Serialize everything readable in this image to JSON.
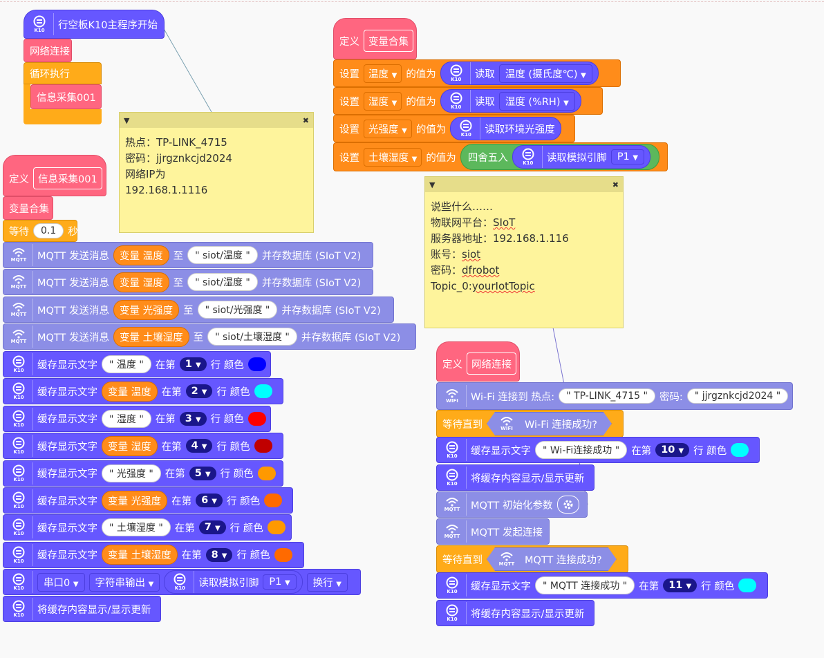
{
  "colors": {
    "k10": "#6657ff",
    "mqtt": "#8c8ee6",
    "function_pink": "#ff6680",
    "control_orange": "#ffab19",
    "variable_orange": "#ff8c1a",
    "operator_green": "#5cb85c",
    "note_yellow": "#fef49c"
  },
  "icon_labels": {
    "k10": "K10",
    "mqtt": "MQTT",
    "wifi": "WIFI"
  },
  "main_program": {
    "start": "行空板K10主程序开始",
    "net_connect": "网络连接",
    "loop": "循环执行",
    "info_call": "信息采集001"
  },
  "note1": {
    "text": "热点：TP-LINK_4715\n密码：jjrgznkcjd2024\n网络IP为\n192.168.1.1116"
  },
  "info_func": {
    "define": "定义",
    "name": "信息采集001",
    "var_call": "变量合集",
    "wait": "等待",
    "wait_value": "0.1",
    "wait_unit": "秒",
    "mqtt_rows": [
      {
        "label": "MQTT 发送消息",
        "var_prefix": "变量",
        "var": "温度",
        "to": "至",
        "topic": "\" siot/温度 \"",
        "suffix": "并存数据库 (SIoT V2)"
      },
      {
        "label": "MQTT 发送消息",
        "var_prefix": "变量",
        "var": "湿度",
        "to": "至",
        "topic": "\" siot/湿度 \"",
        "suffix": "并存数据库 (SIoT V2)"
      },
      {
        "label": "MQTT 发送消息",
        "var_prefix": "变量",
        "var": "光强度",
        "to": "至",
        "topic": "\" siot/光强度 \"",
        "suffix": "并存数据库 (SIoT V2)"
      },
      {
        "label": "MQTT 发送消息",
        "var_prefix": "变量",
        "var": "土壤湿度",
        "to": "至",
        "topic": "\" siot/土壤湿度 \"",
        "suffix": "并存数据库 (SIoT V2)"
      }
    ],
    "display_rows": [
      {
        "label": "缓存显示文字",
        "text": "\" 温度 \"",
        "kind": "text",
        "at": "在第",
        "line": "1",
        "row": "行 颜色",
        "color": "#0000ff"
      },
      {
        "label": "缓存显示文字",
        "text": "变量 温度",
        "kind": "var",
        "at": "在第",
        "line": "2",
        "row": "行 颜色",
        "color": "#00ffff"
      },
      {
        "label": "缓存显示文字",
        "text": "\" 湿度 \"",
        "kind": "text",
        "at": "在第",
        "line": "3",
        "row": "行 颜色",
        "color": "#ff0000"
      },
      {
        "label": "缓存显示文字",
        "text": "变量 湿度",
        "kind": "var",
        "at": "在第",
        "line": "4",
        "row": "行 颜色",
        "color": "#c00000"
      },
      {
        "label": "缓存显示文字",
        "text": "\" 光强度 \"",
        "kind": "text",
        "at": "在第",
        "line": "5",
        "row": "行 颜色",
        "color": "#ff9900"
      },
      {
        "label": "缓存显示文字",
        "text": "变量 光强度",
        "kind": "var",
        "at": "在第",
        "line": "6",
        "row": "行 颜色",
        "color": "#ff6a00"
      },
      {
        "label": "缓存显示文字",
        "text": "\" 土壤湿度 \"",
        "kind": "text",
        "at": "在第",
        "line": "7",
        "row": "行 颜色",
        "color": "#ff9900"
      },
      {
        "label": "缓存显示文字",
        "text": "变量 土壤湿度",
        "kind": "var",
        "at": "在第",
        "line": "8",
        "row": "行 颜色",
        "color": "#ff6a00"
      }
    ],
    "serial": {
      "port": "串口0",
      "mode": "字符串输出",
      "read": "读取模拟引脚",
      "pin": "P1",
      "newline": "换行"
    },
    "refresh": "将缓存内容显示/显示更新"
  },
  "var_func": {
    "define": "定义",
    "name": "变量合集",
    "rows": [
      {
        "set": "设置",
        "var": "温度",
        "value_of": "的值为",
        "read": "读取",
        "sensor": "温度 (摄氏度℃)"
      },
      {
        "set": "设置",
        "var": "湿度",
        "value_of": "的值为",
        "read": "读取",
        "sensor": "湿度 (%RH)"
      },
      {
        "set": "设置",
        "var": "光强度",
        "value_of": "的值为",
        "read": "读取环境光强度"
      },
      {
        "set": "设置",
        "var": "土壤湿度",
        "value_of": "的值为",
        "round": "四舍五入",
        "read": "读取模拟引脚",
        "pin": "P1"
      }
    ]
  },
  "note2": {
    "lines": [
      "说些什么……",
      "物联网平台：",
      "服务器地址：192.168.1.116",
      "账号：",
      "密码：",
      "Topic_0:"
    ],
    "underlined": [
      "SIoT",
      "siot",
      "dfrobot",
      "yourIotTopic"
    ]
  },
  "net_func": {
    "define": "定义",
    "name": "网络连接",
    "wifi": {
      "label": "Wi-Fi 连接到 热点:",
      "ssid": "\" TP-LINK_4715 \"",
      "pwd_label": "密码:",
      "pwd": "\" jjrgznkcjd2024 \""
    },
    "wait_until": "等待直到",
    "wifi_ok": "Wi-Fi 连接成功?",
    "disp_wifi": {
      "label": "缓存显示文字",
      "text": "\" Wi-Fi连接成功 \"",
      "at": "在第",
      "line": "10",
      "row": "行 颜色",
      "color": "#00ffff"
    },
    "refresh": "将缓存内容显示/显示更新",
    "mqtt_init": "MQTT 初始化参数",
    "mqtt_connect": "MQTT 发起连接",
    "mqtt_ok": "MQTT 连接成功?",
    "disp_mqtt": {
      "label": "缓存显示文字",
      "text": "\" MQTT 连接成功 \"",
      "at": "在第",
      "line": "11",
      "row": "行 颜色",
      "color": "#00ffff"
    }
  }
}
